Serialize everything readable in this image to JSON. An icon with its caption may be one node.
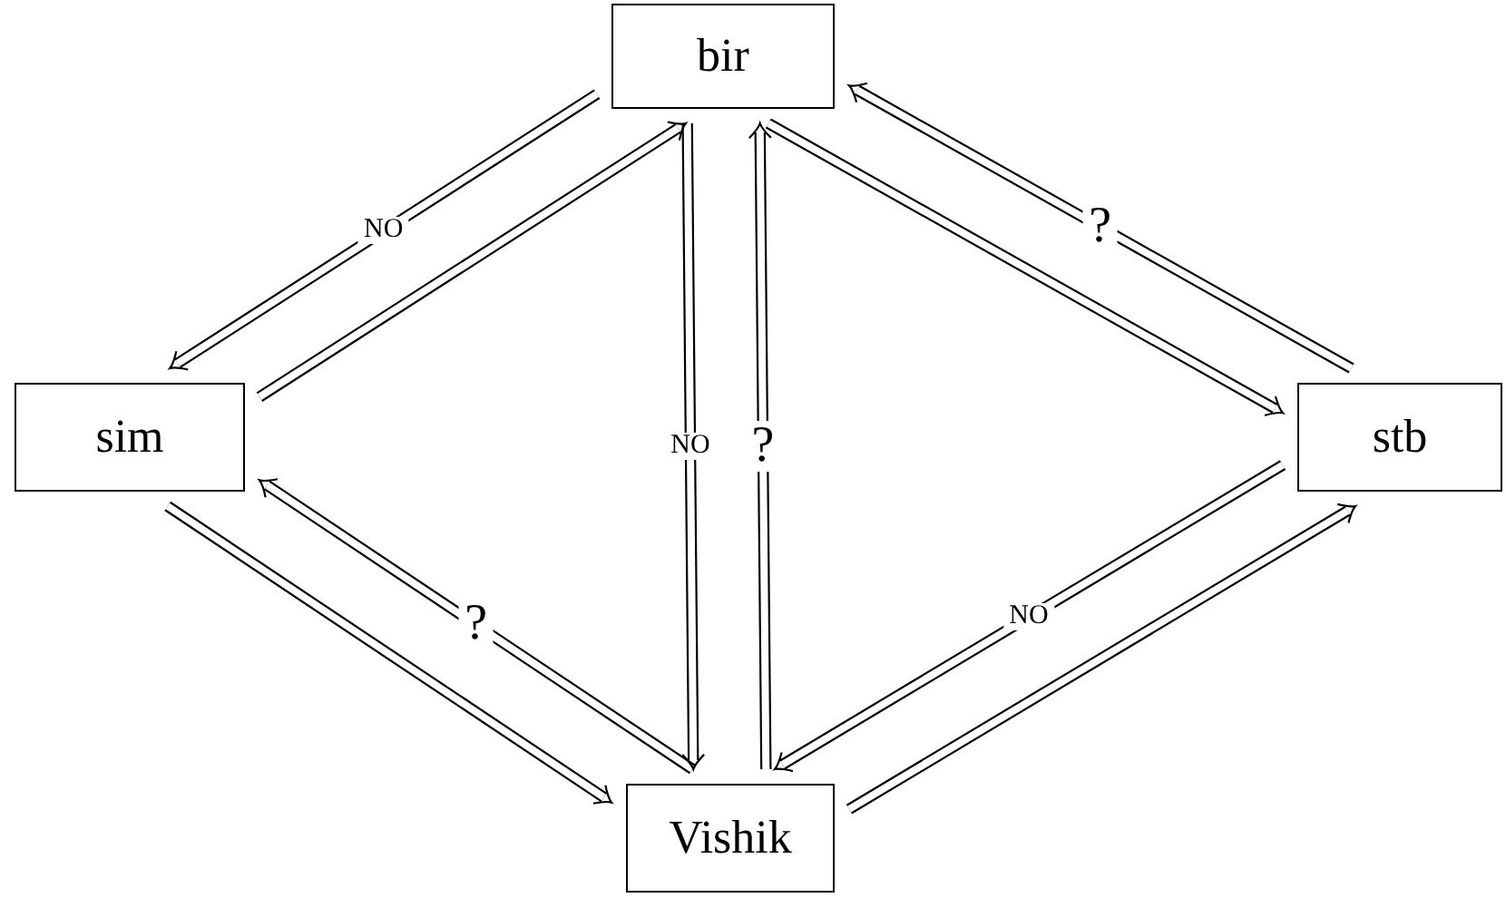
{
  "diagram": {
    "nodes": [
      {
        "text": [
          "bir"
        ]
      },
      {
        "text": [
          "sim"
        ]
      },
      {
        "text": [
          "stb"
        ]
      },
      {
        "text": [
          "Vishik"
        ]
      }
    ],
    "edges": [
      {
        "from": 0,
        "to": 1,
        "arrow": "to",
        "label": "NO"
      },
      {
        "from": 1,
        "to": 0,
        "arrow": "to"
      },
      {
        "from": 0,
        "to": 3,
        "arrow": "to",
        "label": "NO"
      },
      {
        "from": 3,
        "to": 0,
        "arrow": "to",
        "label": "?"
      },
      {
        "from": 0,
        "to": 2,
        "arrow": "to"
      },
      {
        "from": 2,
        "to": 0,
        "arrow": "to",
        "label": "?"
      },
      {
        "from": 1,
        "to": 3,
        "arrow": "to"
      },
      {
        "from": 3,
        "to": 1,
        "arrow": "to",
        "label": "?"
      },
      {
        "from": 3,
        "to": 2,
        "arrow": "to"
      },
      {
        "from": 2,
        "to": 3,
        "arrow": "to",
        "label": "NO"
      }
    ]
  }
}
